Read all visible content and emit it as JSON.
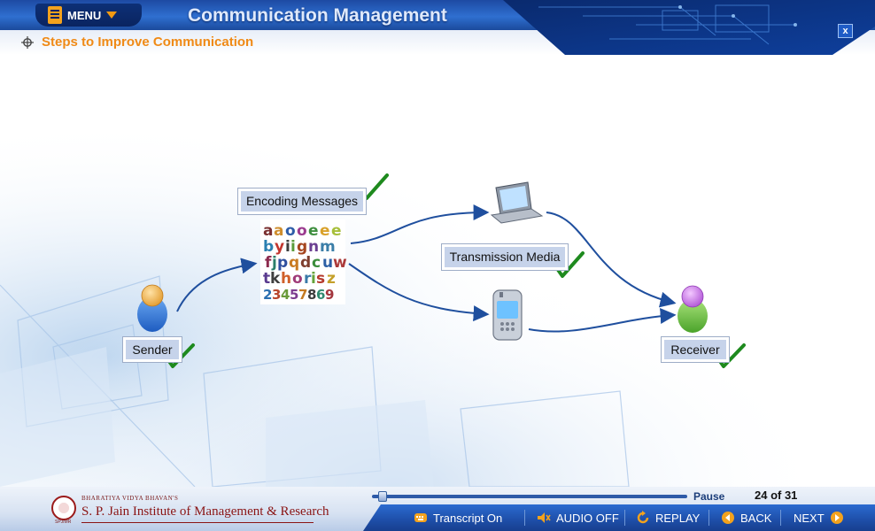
{
  "header": {
    "menu_label": "MENU",
    "course_title": "Communication Management",
    "close_label": "x",
    "page_title": "Steps to Improve Communication"
  },
  "diagram": {
    "nodes": {
      "sender": "Sender",
      "encoding": "Encoding Messages",
      "transmission": "Transmission Media",
      "receiver": "Receiver"
    },
    "icons": {
      "sender": "sender-person-icon",
      "encoding": "alphabet-letters-image",
      "laptop": "laptop-icon",
      "phone": "mobile-phone-icon",
      "receiver": "receiver-person-icon",
      "check": "checkmark-icon"
    },
    "colors": {
      "arrow": "#1f4f9e",
      "check": "#1e8a1e",
      "label_fill": "#c6d3ea",
      "accent_orange": "#f08a16"
    }
  },
  "footer": {
    "logo_small": "BHARATIYA VIDYA BHAVAN'S",
    "logo_name": "S. P. Jain Institute of Management & Research",
    "logo_tag": "SPJIMR",
    "pause_label": "Pause",
    "page_counter": "24 of 31",
    "progress": 0.02,
    "transcript_label": "Transcript On",
    "audio_label": "AUDIO OFF",
    "replay_label": "REPLAY",
    "back_label": "BACK",
    "next_label": "NEXT"
  }
}
